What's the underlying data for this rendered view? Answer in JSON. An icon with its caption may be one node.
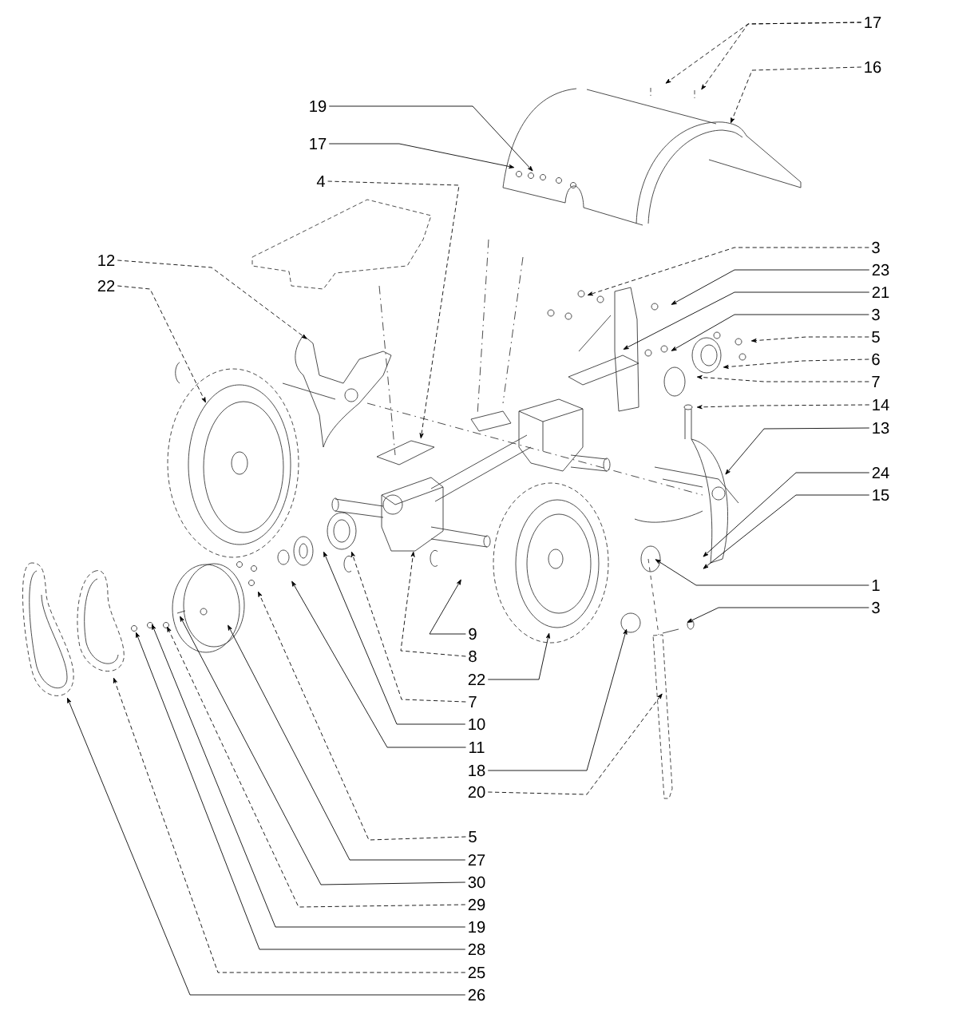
{
  "diagram": {
    "nodes": [
      {
        "text": [
          "17"
        ]
      },
      {
        "text": [
          "16"
        ]
      },
      {
        "text": [
          "19"
        ]
      },
      {
        "text": [
          "17"
        ]
      },
      {
        "text": [
          "4"
        ]
      },
      {
        "text": [
          "12"
        ]
      },
      {
        "text": [
          "22"
        ]
      },
      {
        "text": [
          "3"
        ]
      },
      {
        "text": [
          "23"
        ]
      },
      {
        "text": [
          "21"
        ]
      },
      {
        "text": [
          "3"
        ]
      },
      {
        "text": [
          "5"
        ]
      },
      {
        "text": [
          "6"
        ]
      },
      {
        "text": [
          "7"
        ]
      },
      {
        "text": [
          "14"
        ]
      },
      {
        "text": [
          "13"
        ]
      },
      {
        "text": [
          "24"
        ]
      },
      {
        "text": [
          "15"
        ]
      },
      {
        "text": [
          "1"
        ]
      },
      {
        "text": [
          "3"
        ]
      },
      {
        "text": [
          "9"
        ]
      },
      {
        "text": [
          "8"
        ]
      },
      {
        "text": [
          "22"
        ]
      },
      {
        "text": [
          "7"
        ]
      },
      {
        "text": [
          "10"
        ]
      },
      {
        "text": [
          "11"
        ]
      },
      {
        "text": [
          "18"
        ]
      },
      {
        "text": [
          "20"
        ]
      },
      {
        "text": [
          "5"
        ]
      },
      {
        "text": [
          "27"
        ]
      },
      {
        "text": [
          "30"
        ]
      },
      {
        "text": [
          "29"
        ]
      },
      {
        "text": [
          "19"
        ]
      },
      {
        "text": [
          "28"
        ]
      },
      {
        "text": [
          "25"
        ]
      },
      {
        "text": [
          "26"
        ]
      }
    ],
    "edges": [
      {
        "from": 0,
        "to": null,
        "arrow": "to",
        "style": "dashed"
      },
      {
        "from": 0,
        "to": null,
        "arrow": "to",
        "style": "dashed"
      },
      {
        "from": 1,
        "to": null,
        "arrow": "to",
        "style": "dashed"
      },
      {
        "from": 2,
        "to": null,
        "arrow": "to"
      },
      {
        "from": 3,
        "to": null,
        "arrow": "to"
      },
      {
        "from": 4,
        "to": null,
        "arrow": "to",
        "style": "dashed"
      },
      {
        "from": 5,
        "to": null,
        "arrow": "to",
        "style": "dashed"
      },
      {
        "from": 6,
        "to": null,
        "arrow": "to",
        "style": "dashed"
      },
      {
        "from": 7,
        "to": null,
        "arrow": "to",
        "style": "dashed"
      },
      {
        "from": 8,
        "to": null,
        "arrow": "to"
      },
      {
        "from": 9,
        "to": null,
        "arrow": "to"
      },
      {
        "from": 10,
        "to": null,
        "arrow": "to"
      },
      {
        "from": 11,
        "to": null,
        "arrow": "to",
        "style": "dashed"
      },
      {
        "from": 12,
        "to": null,
        "arrow": "to",
        "style": "dashed"
      },
      {
        "from": 13,
        "to": null,
        "arrow": "to",
        "style": "dashed"
      },
      {
        "from": 14,
        "to": null,
        "arrow": "to",
        "style": "dashed"
      },
      {
        "from": 15,
        "to": null,
        "arrow": "to"
      },
      {
        "from": 16,
        "to": null,
        "arrow": "to"
      },
      {
        "from": 17,
        "to": null,
        "arrow": "to"
      },
      {
        "from": 18,
        "to": null,
        "arrow": "to"
      },
      {
        "from": 19,
        "to": null,
        "arrow": "to"
      },
      {
        "from": 20,
        "to": null,
        "arrow": "to"
      },
      {
        "from": 21,
        "to": null,
        "arrow": "to",
        "style": "dashed"
      },
      {
        "from": 22,
        "to": null,
        "arrow": "to"
      },
      {
        "from": 23,
        "to": null,
        "arrow": "to",
        "style": "dashed"
      },
      {
        "from": 24,
        "to": null,
        "arrow": "to"
      },
      {
        "from": 25,
        "to": null,
        "arrow": "to"
      },
      {
        "from": 26,
        "to": null,
        "arrow": "to"
      },
      {
        "from": 27,
        "to": null,
        "arrow": "to",
        "style": "dashed"
      },
      {
        "from": 28,
        "to": null,
        "arrow": "to",
        "style": "dashed"
      },
      {
        "from": 29,
        "to": null,
        "arrow": "to"
      },
      {
        "from": 30,
        "to": null,
        "arrow": "to"
      },
      {
        "from": 31,
        "to": null,
        "arrow": "to",
        "style": "dashed"
      },
      {
        "from": 32,
        "to": null,
        "arrow": "to"
      },
      {
        "from": 33,
        "to": null,
        "arrow": "to"
      },
      {
        "from": 34,
        "to": null,
        "arrow": "to",
        "style": "dashed"
      },
      {
        "from": 35,
        "to": null,
        "arrow": "to"
      }
    ]
  }
}
